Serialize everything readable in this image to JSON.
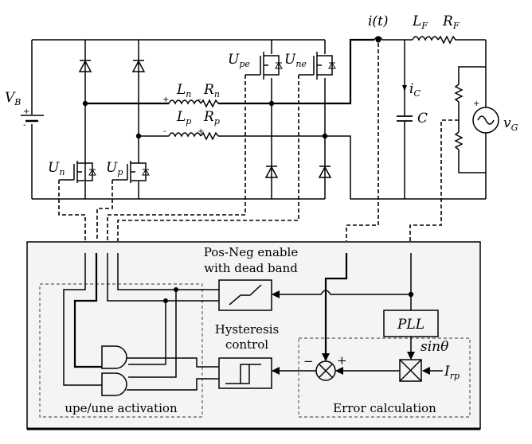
{
  "diagram": {
    "title": "Grid-tied converter with hysteresis current control",
    "power_stage": {
      "source_label": "V",
      "source_sub": "B",
      "switches": [
        {
          "id": "Un",
          "label": "U",
          "sub": "n"
        },
        {
          "id": "Up",
          "label": "U",
          "sub": "p"
        },
        {
          "id": "Upe",
          "label": "U",
          "sub": "pe"
        },
        {
          "id": "Une",
          "label": "U",
          "sub": "ne"
        }
      ],
      "inductor_n": {
        "label": "L",
        "sub": "n"
      },
      "resistor_n": {
        "label": "R",
        "sub": "n"
      },
      "inductor_p": {
        "label": "L",
        "sub": "p"
      },
      "resistor_p": {
        "label": "R",
        "sub": "p"
      },
      "current_sense": "i(t)",
      "filter_inductor": {
        "label": "L",
        "sub": "F"
      },
      "filter_resistor": {
        "label": "R",
        "sub": "F"
      },
      "capacitor_current": {
        "label": "i",
        "sub": "C"
      },
      "capacitor": "C",
      "grid_voltage": {
        "label": "v",
        "sub": "G"
      },
      "plus": "+",
      "minus": "-"
    },
    "control": {
      "pos_neg_block": {
        "line1": "Pos-Neg enable",
        "line2": "with dead band"
      },
      "hysteresis_block": {
        "line1": "Hysteresis",
        "line2": "control"
      },
      "pll_block": "PLL",
      "sin_label": "sinθ",
      "reference": {
        "label": "I",
        "sub": "rp"
      },
      "sum_minus": "−",
      "sum_plus": "+",
      "activation_group": "upe/une activation",
      "error_group": "Error calculation"
    }
  }
}
